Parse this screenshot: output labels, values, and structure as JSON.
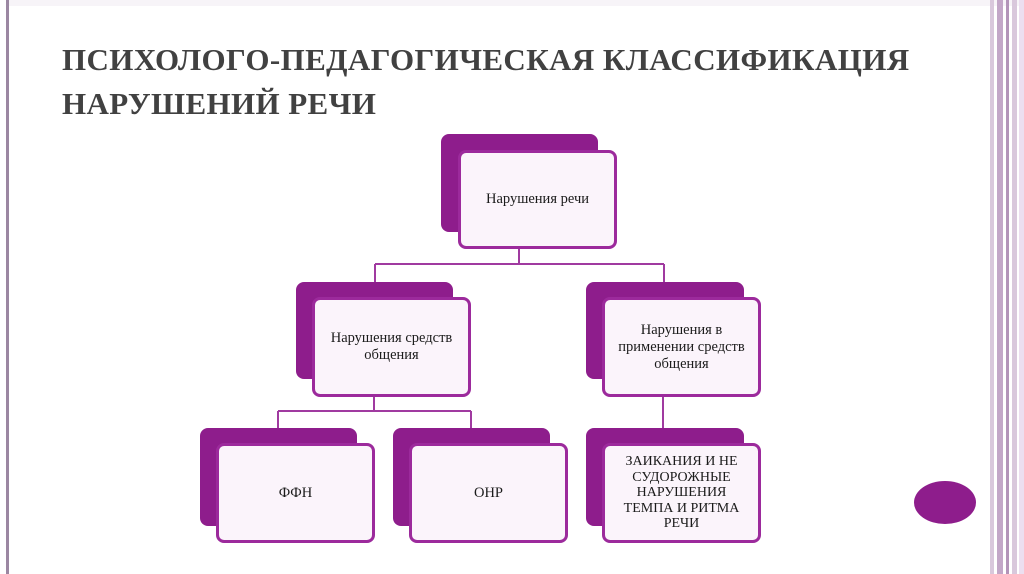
{
  "title": "ПСИХОЛОГО-ПЕДАГОГИЧЕСКАЯ КЛАССИФИКАЦИЯ НАРУШЕНИЙ РЕЧИ",
  "colors": {
    "accent": "#8e1d8c",
    "border": "#9c2a9c",
    "line": "#a03aa0",
    "card_fill": "#fbf4fb",
    "stripe": "#c3a7c8"
  },
  "diagram": {
    "root": {
      "label": "Нарушения речи"
    },
    "level1": [
      {
        "label": "Нарушения средств общения"
      },
      {
        "label": "Нарушения в применении средств общения"
      }
    ],
    "level2": [
      {
        "label": "ФФН"
      },
      {
        "label": "ОНР"
      },
      {
        "label": "ЗАИКАНИЯ И НЕ СУДОРОЖНЫЕ НАРУШЕНИЯ ТЕМПА И РИТМА РЕЧИ"
      }
    ]
  }
}
